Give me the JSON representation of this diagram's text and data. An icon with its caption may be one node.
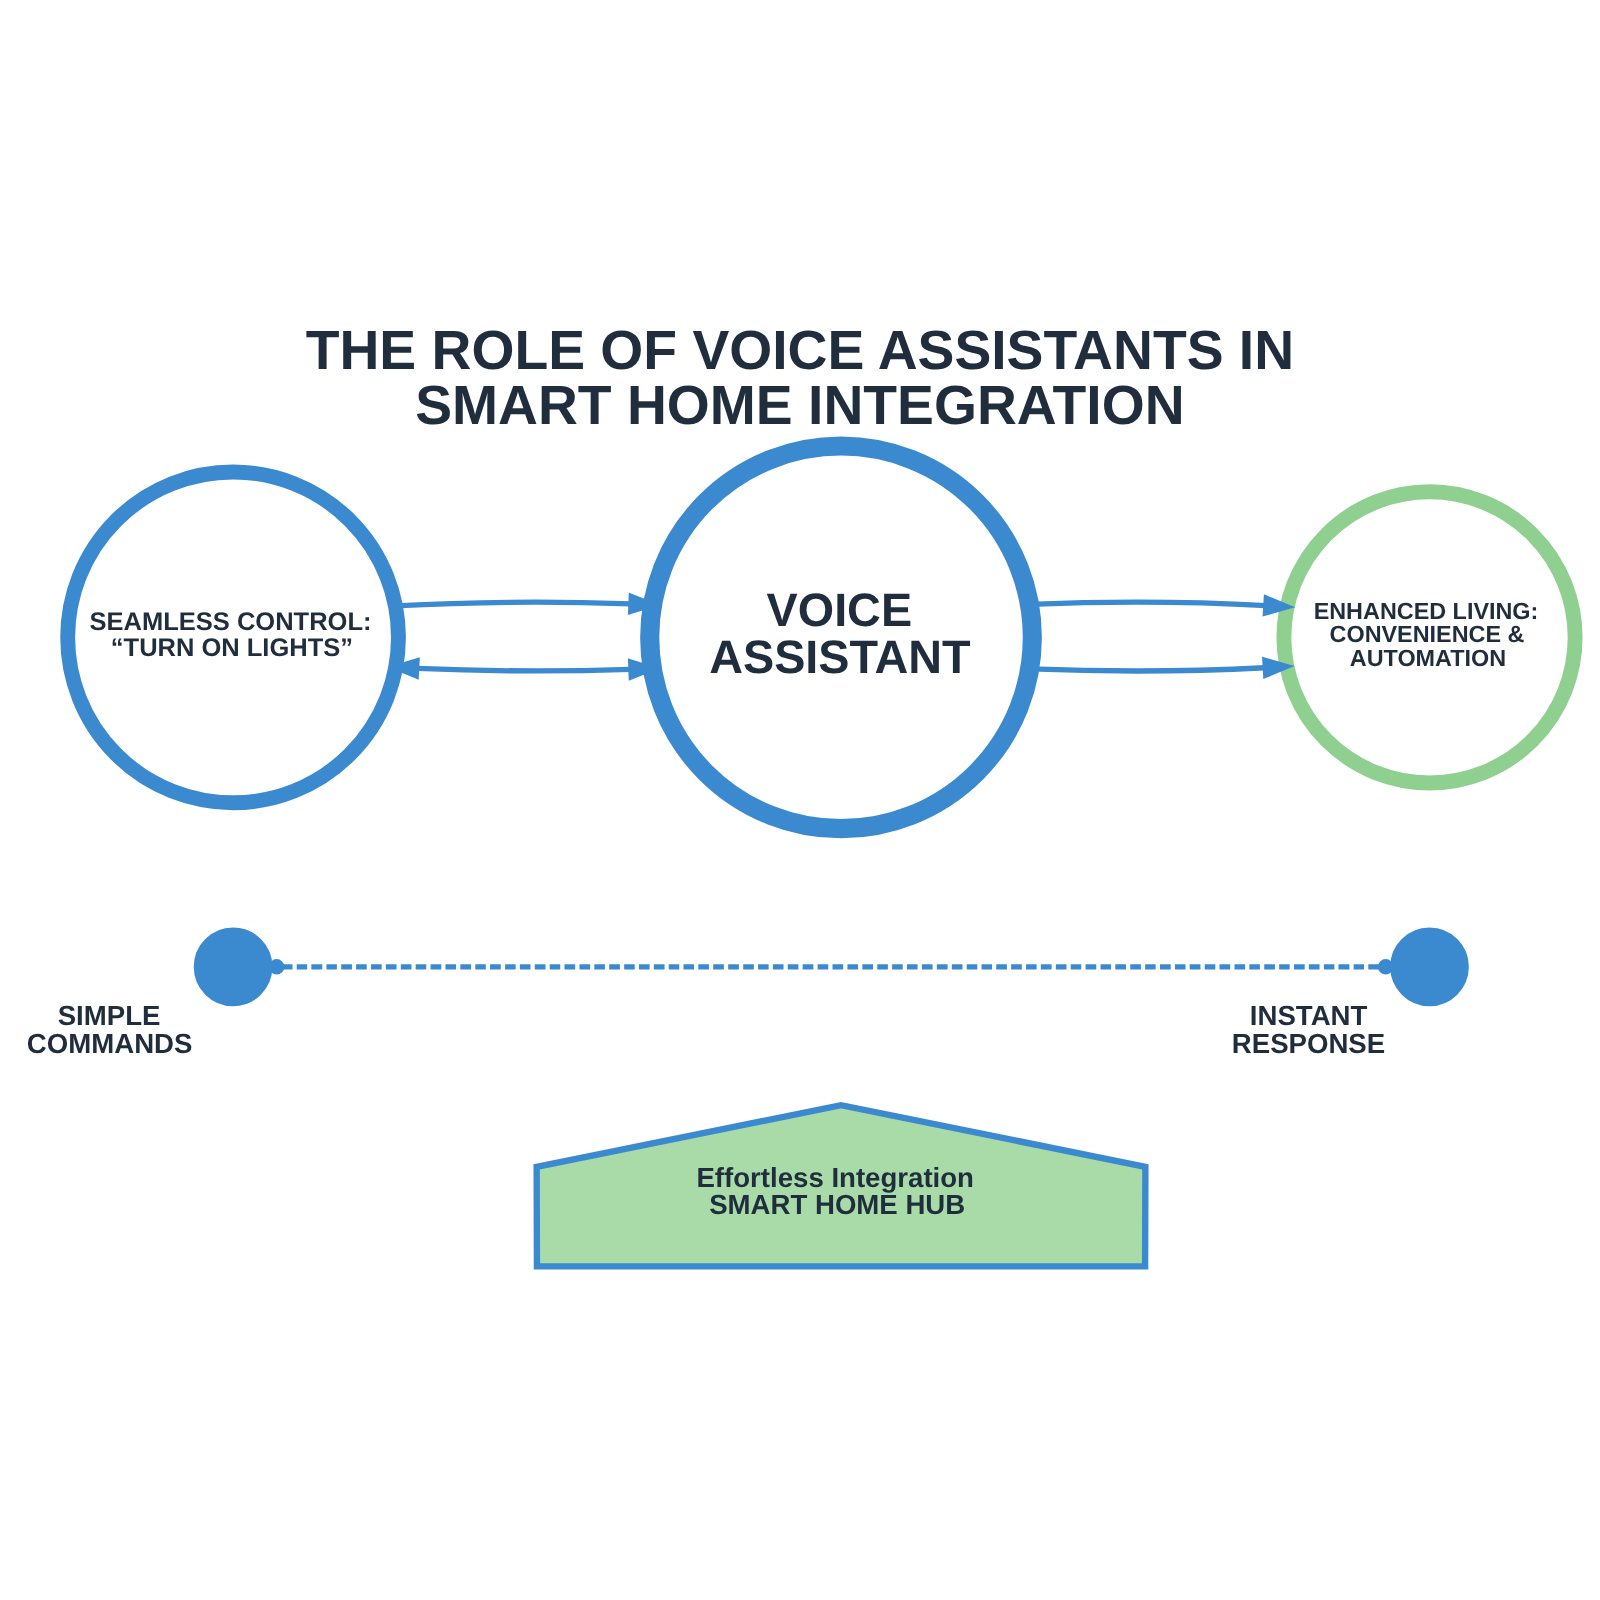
{
  "diagram": {
    "title": "THE ROLE OF VOICE ASSISTANTS IN SMART HOME INTEGRATION",
    "nodes": [
      {
        "text": [
          "SEAMLESS CONTROL: “TURN ON LIGHTS”"
        ]
      },
      {
        "text": [
          "VOICE ASSISTANT"
        ]
      },
      {
        "text": [
          "ENHANCED LIVING: CONVENIENCE & AUTOMATION"
        ]
      },
      {
        "text": [],
        "shape": "circle",
        "beside": [
          "SIMPLE COMMANDS"
        ]
      },
      {
        "text": [],
        "shape": "circle",
        "beside": [
          "INSTANT RESPONSE"
        ]
      },
      {
        "text": [
          "Effortless Integration",
          "SMART HOME HUB"
        ]
      }
    ],
    "edges": [
      {
        "from": 0,
        "to": 1,
        "arrow": "both"
      },
      {
        "from": 1,
        "to": 2,
        "arrow": "to"
      },
      {
        "from": 0,
        "to": 1,
        "arrow": "to"
      },
      {
        "from": 1,
        "to": 2,
        "arrow": "to"
      },
      {
        "from": 3,
        "to": 4,
        "arrow": "other",
        "style": "dashed"
      }
    ]
  }
}
